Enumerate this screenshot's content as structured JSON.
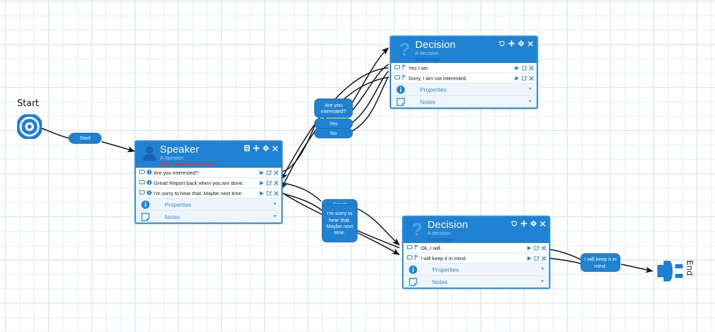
{
  "app": {
    "canvas_name": "dialogue-flow-canvas",
    "grid": true,
    "accent": "#1f82d2",
    "border": "#2f8fe0",
    "section_bg": "#eef5fc",
    "warn_color": "#e8361f",
    "grid_color": "#d9e7f2"
  },
  "start": {
    "caption": "Start",
    "edge_label": "Start"
  },
  "end": {
    "caption": "End"
  },
  "nodes": {
    "speaker": {
      "title": "Speaker",
      "subtitle": "A Speaker",
      "warning": "NPC, Location not set!",
      "glyph": "person-icon",
      "tools": [
        "book-icon",
        "plus-icon",
        "gear-icon",
        "close-icon"
      ],
      "rows": [
        {
          "label": "Are you interested?"
        },
        {
          "label": "Great! Report back when you are done."
        },
        {
          "label": "I'm sorry to hear that. Maybe next time."
        }
      ],
      "sections": [
        {
          "label": "Properties",
          "icon": "info-icon"
        },
        {
          "label": "Notes",
          "icon": "note-icon"
        }
      ]
    },
    "decision_top": {
      "title": "Decision",
      "subtitle": "A decision",
      "subtitle2": "A message.",
      "glyph": "question-icon",
      "tools": [
        "history-icon",
        "plus-icon",
        "gear-icon",
        "close-icon"
      ],
      "rows": [
        {
          "label": "Yes I am"
        },
        {
          "label": "Sorry, I am not interested."
        }
      ],
      "sections": [
        {
          "label": "Properties",
          "icon": "info-icon"
        },
        {
          "label": "Notes",
          "icon": "note-icon"
        }
      ]
    },
    "decision_bottom": {
      "title": "Decision",
      "subtitle": "A decision",
      "subtitle2": "A message.",
      "glyph": "question-icon",
      "tools": [
        "history-icon",
        "plus-icon",
        "gear-icon",
        "close-icon"
      ],
      "rows": [
        {
          "label": "Ok, I will."
        },
        {
          "label": "I will keep it in mind."
        }
      ],
      "sections": [
        {
          "label": "Properties",
          "icon": "info-icon"
        },
        {
          "label": "Notes",
          "icon": "note-icon"
        }
      ]
    }
  },
  "pills": {
    "question": "Are you interested?",
    "yes": "Yes",
    "no": "No",
    "great_report": "Great! Report",
    "sorry": "I'm sorry to hear that. Maybe next time.",
    "keep_in_mind": "I will keep it in mind."
  },
  "row_icons": {
    "bubble": "speech-bubble-icon",
    "info": "info-badge-icon",
    "branch": "branch-icon",
    "play": "play-icon",
    "edit": "edit-icon",
    "delete": "close-icon"
  }
}
